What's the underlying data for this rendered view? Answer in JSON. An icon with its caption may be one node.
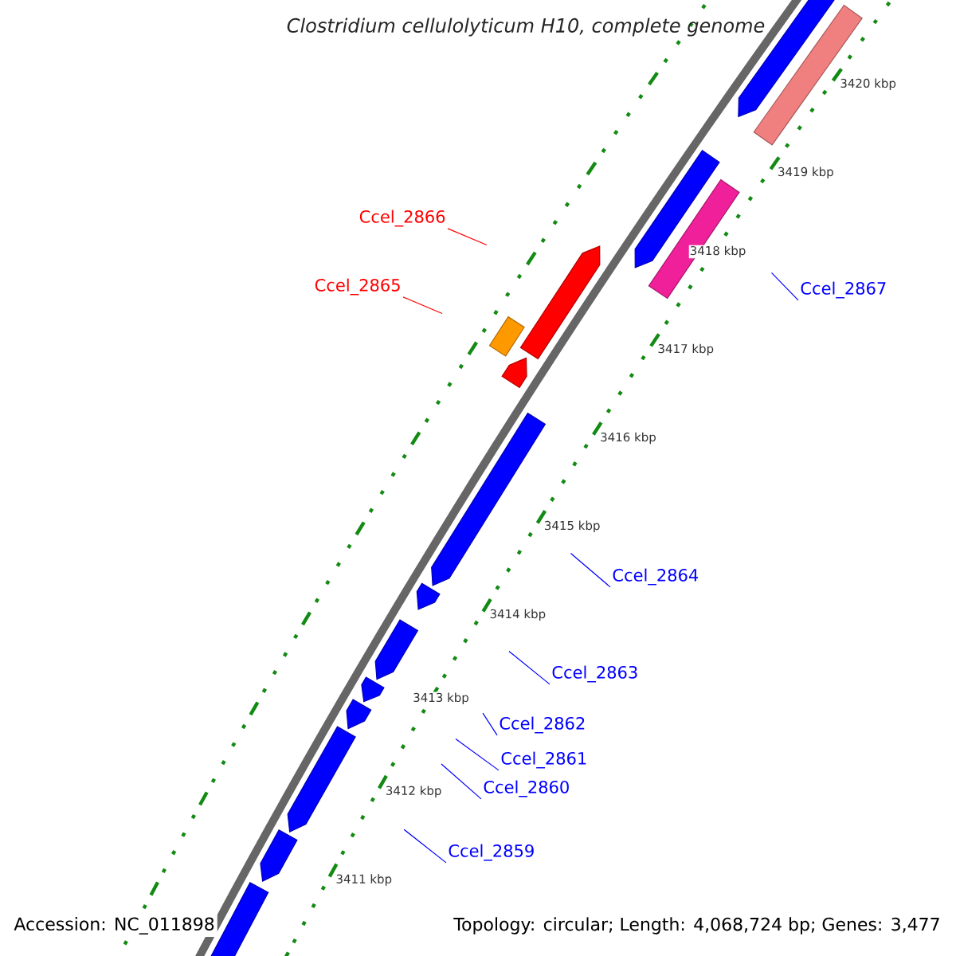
{
  "diagram": {
    "title": "Clostridium cellulolyticum H10, complete genome",
    "nodes": [
      {
        "text": [
          "Ccel_2866"
        ]
      },
      {
        "text": [
          "Ccel_2865"
        ]
      },
      {
        "text": [
          "Ccel_2867"
        ]
      },
      {
        "text": [
          "Ccel_2864"
        ]
      },
      {
        "text": [
          "Ccel_2863"
        ]
      },
      {
        "text": [
          "Ccel_2862"
        ]
      },
      {
        "text": [
          "Ccel_2861"
        ]
      },
      {
        "text": [
          "Ccel_2860"
        ]
      },
      {
        "text": [
          "Ccel_2859"
        ]
      }
    ],
    "edges": [
      {
        "from": 0,
        "to": null,
        "arrow": "none",
        "color": "#ff0000"
      },
      {
        "from": 1,
        "to": null,
        "arrow": "none",
        "color": "#ff0000"
      },
      {
        "from": 2,
        "to": null,
        "arrow": "none"
      },
      {
        "from": 3,
        "to": null,
        "arrow": "none"
      },
      {
        "from": 4,
        "to": null,
        "arrow": "none"
      },
      {
        "from": 5,
        "to": null,
        "arrow": "none"
      },
      {
        "from": 6,
        "to": null,
        "arrow": "none"
      },
      {
        "from": 7,
        "to": null,
        "arrow": "none"
      },
      {
        "from": 8,
        "to": null,
        "arrow": "none"
      }
    ],
    "labels": [
      "3420 kbp",
      "3419 kbp",
      "3418 kbp",
      "3417 kbp",
      "3416 kbp",
      "3415 kbp",
      "3414 kbp",
      "3413 kbp",
      "3412 kbp",
      "3411 kbp",
      "Accession: NC_011898",
      "Topology: circular; Length: 4,068,724 bp; Genes: 3,477"
    ]
  }
}
